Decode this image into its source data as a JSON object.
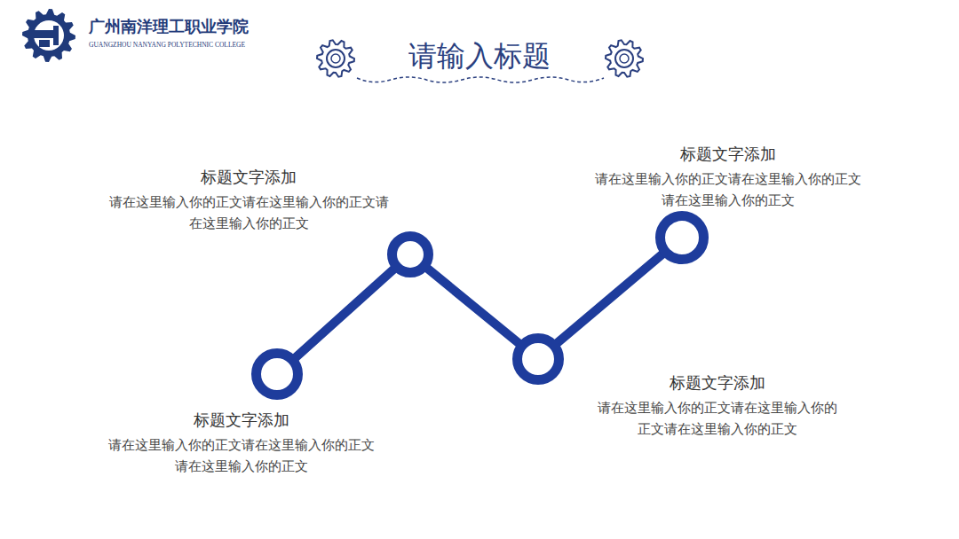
{
  "diagram": {
    "title": "请输入标题",
    "nodes": [
      {
        "text": [
          "标题文字添加",
          "请在这里输入你的正文请在这里输入你的正文请在这里输入你的正文"
        ]
      },
      {
        "text": [
          "标题文字添加",
          "请在这里输入你的正文请在这里输入你的正文请在这里输入你的正文"
        ]
      },
      {
        "text": [
          "标题文字添加",
          "请在这里输入你的正文请在这里输入你的正文请在这里输入你的正文"
        ]
      },
      {
        "text": [
          "标题文字添加",
          "请在这里输入你的正文请在这里输入你的正文请在这里输入你的正文"
        ]
      }
    ],
    "edges": [
      {
        "from": 0,
        "to": 1,
        "arrow": "none"
      },
      {
        "from": 1,
        "to": 2,
        "arrow": "none"
      },
      {
        "from": 2,
        "to": 3,
        "arrow": "none"
      }
    ],
    "labels": [
      "广州南洋理工职业学院",
      "GUANGZHOU NANYANG POLYTECHNIC COLLEGE"
    ]
  }
}
